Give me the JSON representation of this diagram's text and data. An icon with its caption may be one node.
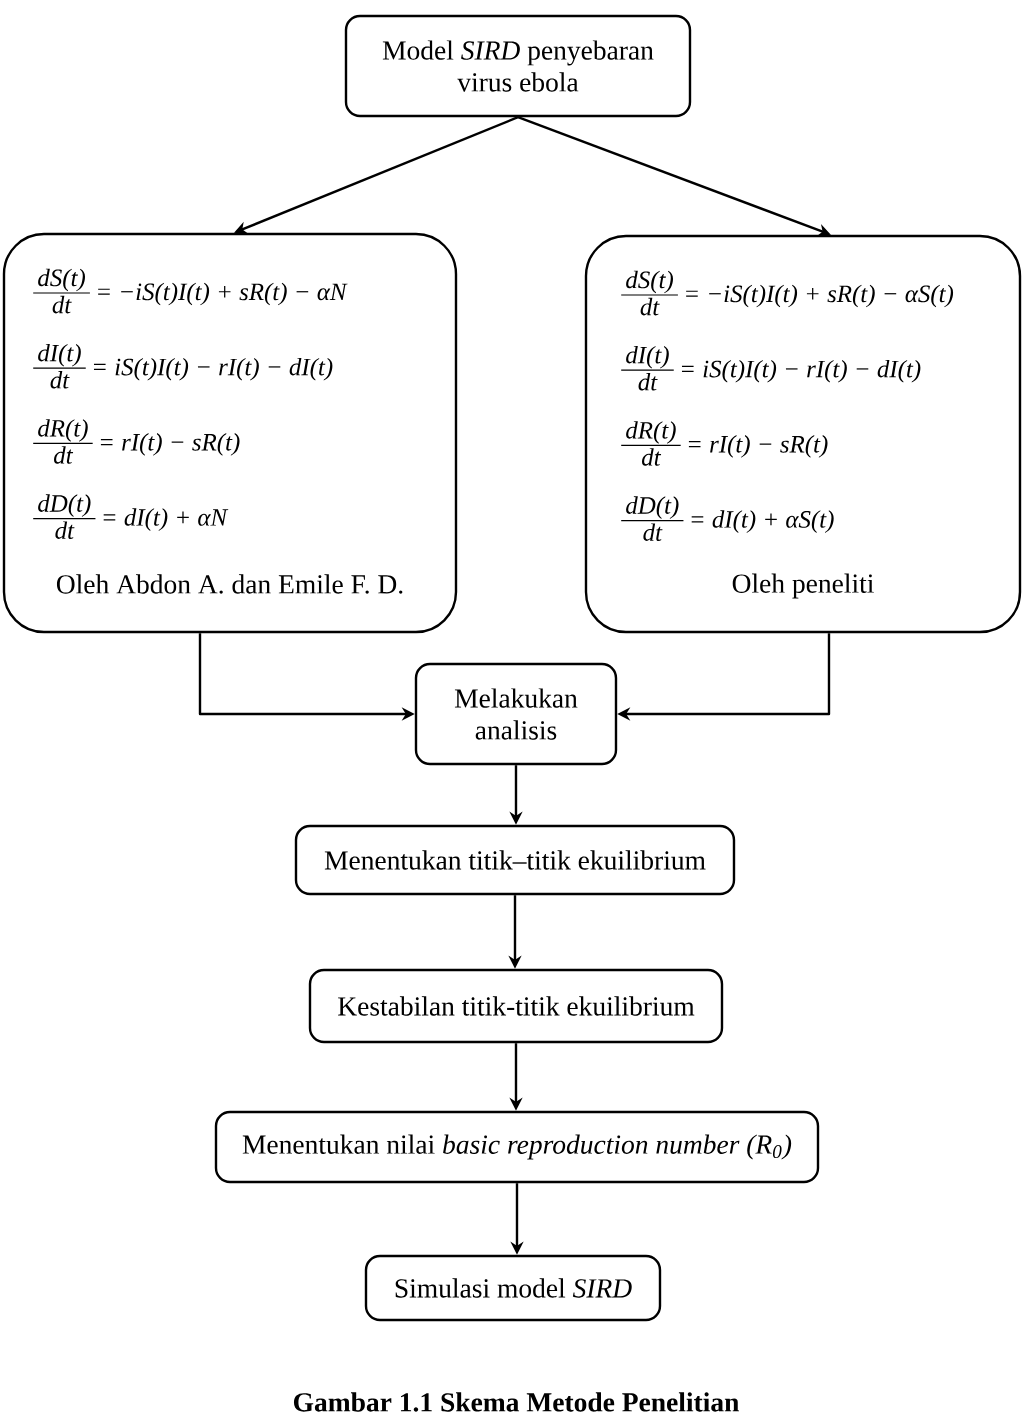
{
  "diagram": {
    "caption": "Gambar 1.1 Skema Metode Penelitian",
    "nodes": [
      {
        "text": [
          "Model *SIRD* penyebaran virus ebola"
        ]
      },
      {
        "text": [
          "dS(t)",
          "dt",
          "= −iS(t)I(t) + sR(t) − αN",
          "dI(t)",
          "dt",
          "= iS(t)I(t) − rI(t) − dI(t)",
          "dR(t)",
          "dt",
          "= rI(t) − sR(t)",
          "dD(t)",
          "dt",
          "= dI(t) + αN",
          "Oleh Abdon A. dan Emile F. D."
        ]
      },
      {
        "text": [
          "dS(t)",
          "dt",
          "= −iS(t)I(t) + sR(t) − αS(t)",
          "dI(t)",
          "dt",
          "= iS(t)I(t) − rI(t) − dI(t)",
          "dR(t)",
          "dt",
          "= rI(t) − sR(t)",
          "dD(t)",
          "dt",
          "= dI(t) + αS(t)",
          "Oleh peneliti"
        ]
      },
      {
        "text": [
          "Melakukan analisis"
        ]
      },
      {
        "text": [
          "Menentukan titik–titik ekuilibrium"
        ]
      },
      {
        "text": [
          "Kestabilan titik-titik ekuilibrium"
        ]
      },
      {
        "text": [
          "Menentukan nilai *basic reproduction number (R$_{0}$)*"
        ]
      },
      {
        "text": [
          "Simulasi model *SIRD*"
        ]
      }
    ],
    "edges": [
      {
        "from": 0,
        "to": 1,
        "arrow": "to"
      },
      {
        "from": 0,
        "to": 2,
        "arrow": "to"
      },
      {
        "from": 1,
        "to": 3,
        "arrow": "to"
      },
      {
        "from": 2,
        "to": 3,
        "arrow": "to"
      },
      {
        "from": 3,
        "to": 4,
        "arrow": "to"
      },
      {
        "from": 4,
        "to": 5,
        "arrow": "to"
      },
      {
        "from": 5,
        "to": 6,
        "arrow": "to"
      },
      {
        "from": 6,
        "to": 7,
        "arrow": "to"
      }
    ]
  }
}
